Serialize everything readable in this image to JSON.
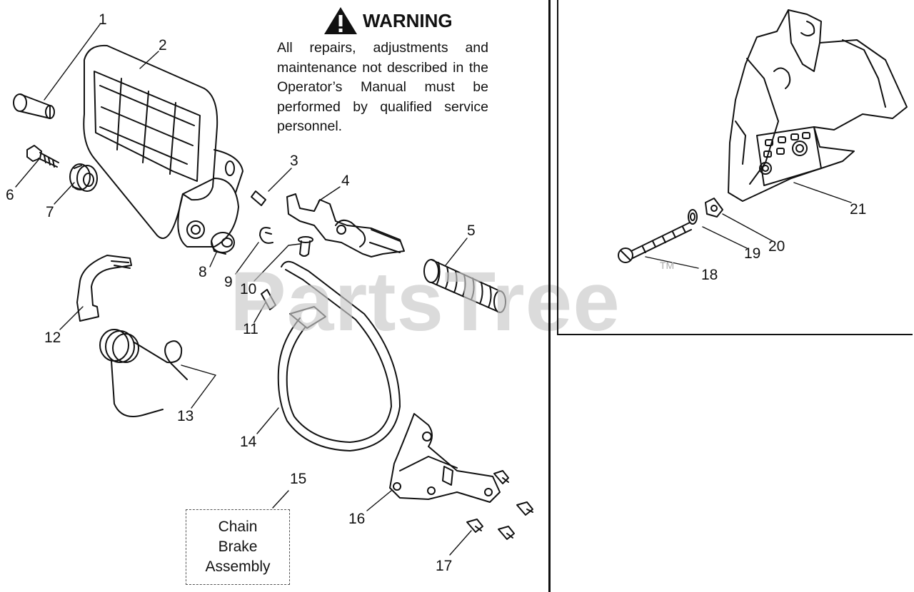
{
  "warning": {
    "title": "WARNING",
    "text": "All repairs, adjustments and maintenance not described in the Operator’s Manual must be performed by qualified service personnel."
  },
  "caption": {
    "lines": [
      "Chain",
      "Brake",
      "Assembly"
    ]
  },
  "watermark": {
    "text": "PartsTree",
    "trademark": "TM"
  },
  "callouts": [
    "1",
    "2",
    "3",
    "4",
    "5",
    "6",
    "7",
    "8",
    "9",
    "10",
    "11",
    "12",
    "13",
    "14",
    "15",
    "16",
    "17",
    "18",
    "19",
    "20",
    "21"
  ]
}
